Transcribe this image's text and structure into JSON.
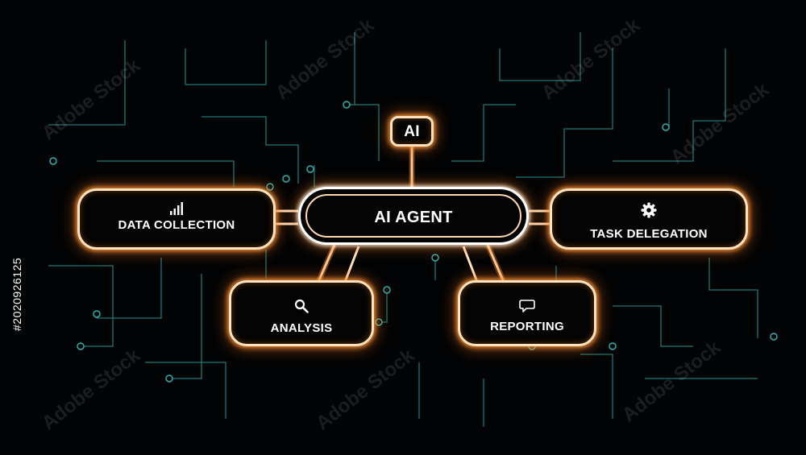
{
  "diagram": {
    "center": "AI AGENT",
    "top": "AI",
    "nodes": {
      "data_collection": "DATA COLLECTION",
      "task_delegation": "TASK DELEGATION",
      "analysis": "ANALYSIS",
      "reporting": "REPORTING"
    },
    "icons": {
      "data_collection": "bar-chart-icon",
      "task_delegation": "gear-icon",
      "analysis": "magnifier-icon",
      "reporting": "speech-bubble-icon"
    }
  },
  "watermark": "Adobe Stock",
  "stock_id": "#2020926125",
  "colors": {
    "background": "#020304",
    "node_border": "#ffe3bf",
    "glow": "#ff9a3c",
    "circuit": "#2fa6a2",
    "text": "#ffffff"
  }
}
